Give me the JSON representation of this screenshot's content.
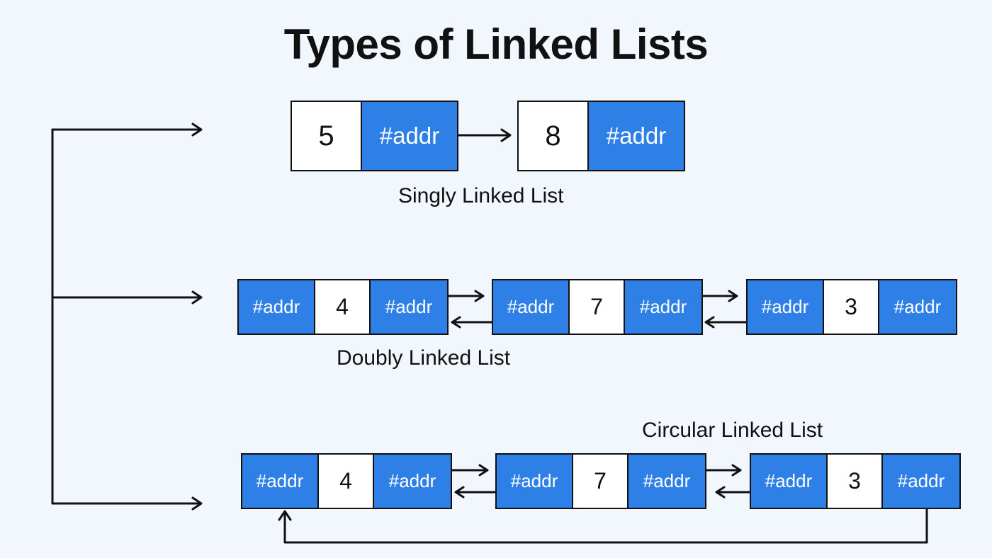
{
  "title": "Types of Linked Lists",
  "colors": {
    "background": "#f2f6fd",
    "pointer_cell": "#2f80e6",
    "value_cell": "#ffffff",
    "stroke": "#111111"
  },
  "singly": {
    "caption": "Singly Linked List",
    "nodes": [
      {
        "value": "5",
        "next": "#addr"
      },
      {
        "value": "8",
        "next": "#addr"
      }
    ]
  },
  "doubly": {
    "caption": "Doubly Linked List",
    "nodes": [
      {
        "prev": "#addr",
        "value": "4",
        "next": "#addr"
      },
      {
        "prev": "#addr",
        "value": "7",
        "next": "#addr"
      },
      {
        "prev": "#addr",
        "value": "3",
        "next": "#addr"
      }
    ]
  },
  "circular": {
    "caption": "Circular Linked List",
    "nodes": [
      {
        "prev": "#addr",
        "value": "4",
        "next": "#addr"
      },
      {
        "prev": "#addr",
        "value": "7",
        "next": "#addr"
      },
      {
        "prev": "#addr",
        "value": "3",
        "next": "#addr"
      }
    ]
  }
}
